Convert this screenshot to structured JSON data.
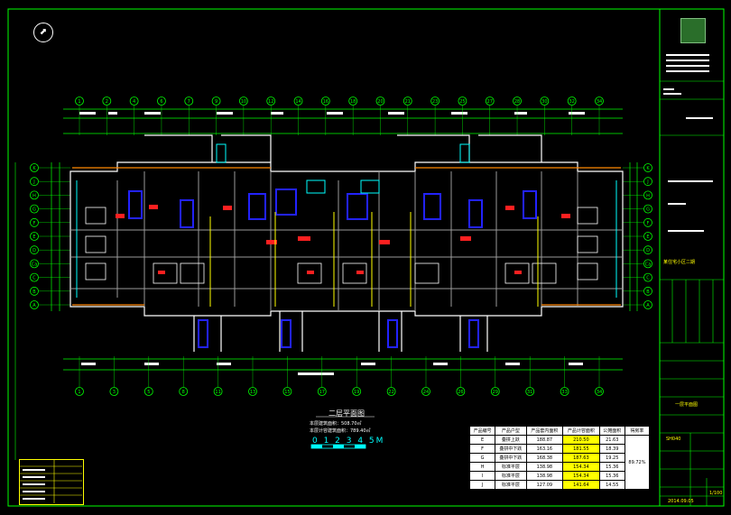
{
  "plan": {
    "title": "二层平面图",
    "area_lines": [
      "本层建筑面积：508.70㎡",
      "本层计容建筑面积：789.40㎡"
    ],
    "scale_numbers": "0 1 2 3 4 5M"
  },
  "axes": {
    "top": [
      "1",
      "2",
      "4",
      "6",
      "7",
      "9",
      "10",
      "12",
      "14",
      "16",
      "18",
      "20",
      "21",
      "23",
      "25",
      "27",
      "28",
      "30",
      "32",
      "34"
    ],
    "bottom": [
      "1",
      "3",
      "5",
      "8",
      "11",
      "13",
      "15",
      "17",
      "19",
      "22",
      "24",
      "26",
      "29",
      "31",
      "33",
      "34"
    ],
    "left": [
      "K",
      "J",
      "H",
      "G",
      "F",
      "E",
      "D",
      "Ca",
      "C",
      "B",
      "A"
    ],
    "right": [
      "K",
      "J",
      "H",
      "G",
      "F",
      "E",
      "D",
      "Ca",
      "C",
      "B",
      "A"
    ]
  },
  "product_table": {
    "headers": [
      "产品编号",
      "产品户型",
      "产品套内面积",
      "产品计容面积",
      "公摊面积",
      "得房率"
    ],
    "rows": [
      [
        "E",
        "叠拼上跃",
        "188.87",
        "210.50",
        "21.63"
      ],
      [
        "F",
        "叠拼中下跃",
        "163.16",
        "181.55",
        "18.39"
      ],
      [
        "G",
        "叠拼中下跃",
        "168.38",
        "187.63",
        "19.25"
      ],
      [
        "H",
        "标准平层",
        "138.98",
        "154.34",
        "15.36"
      ],
      [
        "I",
        "标准平层",
        "138.98",
        "154.34",
        "15.36"
      ],
      [
        "J",
        "标准平层",
        "127.09",
        "141.64",
        "14.55"
      ]
    ],
    "ratio": "89.72%"
  },
  "title_block": {
    "project_note": "某住宅小区二期",
    "drawing_name": "一层平面图",
    "sheet_no": "SH040",
    "scale": "1/100",
    "date": "2014.09.05"
  },
  "colors": {
    "background": "#000000",
    "frame": "#00ff00",
    "walls": "#ffffff",
    "grid": "#00ff00",
    "dims": "#00ff00",
    "accent_red": "#ff0000",
    "accent_blue": "#0000ff",
    "accent_cyan": "#00ffff",
    "accent_yellow": "#ffff00"
  }
}
